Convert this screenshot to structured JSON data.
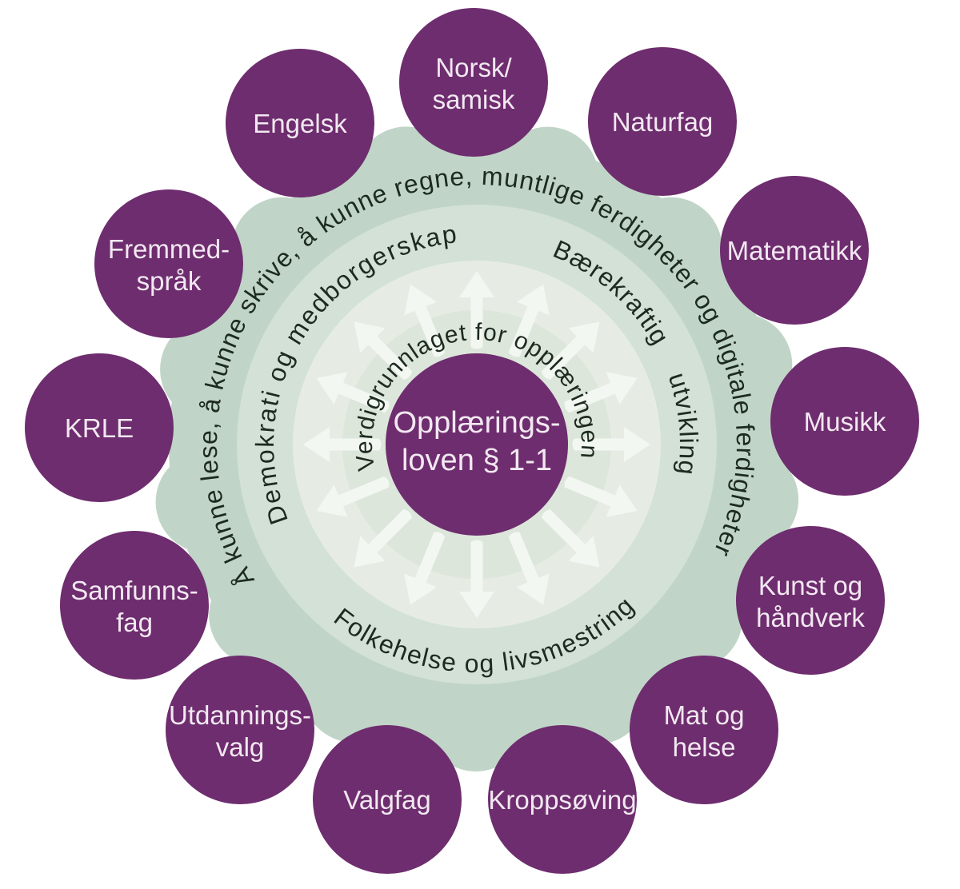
{
  "center": {
    "line1": "Opplærings-",
    "line2": "loven § 1-1"
  },
  "rings": {
    "values_foundation": "Verdigrunnlaget for opplæringen",
    "basic_skills": "Å kunne lese, å kunne skrive, å kunne regne, muntlige ferdigheter og digitale ferdigheter",
    "themes": {
      "democracy": "Demokrati og medborgerskap",
      "sustainability": "Bærekraftig utvikling",
      "public_health": "Folkehelse og livsmestring"
    }
  },
  "subjects": [
    {
      "name": "norsk-samisk",
      "line1": "Norsk/",
      "line2": "samisk"
    },
    {
      "name": "naturfag",
      "line1": "Naturfag",
      "line2": ""
    },
    {
      "name": "matematikk",
      "line1": "Matematikk",
      "line2": ""
    },
    {
      "name": "musikk",
      "line1": "Musikk",
      "line2": ""
    },
    {
      "name": "kunst-og-handverk",
      "line1": "Kunst og",
      "line2": "håndverk"
    },
    {
      "name": "mat-og-helse",
      "line1": "Mat og",
      "line2": "helse"
    },
    {
      "name": "kroppsoving",
      "line1": "Kroppsøving",
      "line2": ""
    },
    {
      "name": "valgfag",
      "line1": "Valgfag",
      "line2": ""
    },
    {
      "name": "utdanningsvalg",
      "line1": "Utdannings-",
      "line2": "valg"
    },
    {
      "name": "samfunnsfag",
      "line1": "Samfunns-",
      "line2": "fag"
    },
    {
      "name": "krle",
      "line1": "KRLE",
      "line2": ""
    },
    {
      "name": "fremmedsprak",
      "line1": "Fremmed-",
      "line2": "språk"
    },
    {
      "name": "engelsk",
      "line1": "Engelsk",
      "line2": ""
    }
  ],
  "colors": {
    "subject_circle": "#6e2d6e",
    "center_circle": "#6e2d6e",
    "outer_ring": "#c0d5c7",
    "middle_ring": "#d3e1d6",
    "inner_disc": "#e6ece4",
    "halo_band": "#dce6db",
    "arrow": "#f3f7f2",
    "ring_text": "#1d2a1f",
    "circle_text": "#f2e8f1",
    "background": "#ffffff"
  }
}
